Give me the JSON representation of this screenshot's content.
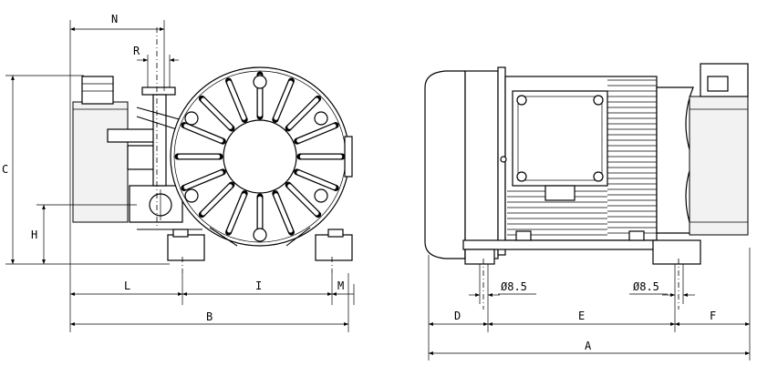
{
  "diagram": {
    "left_view_labels": {
      "N": "N",
      "R": "R",
      "C": "C",
      "H": "H",
      "L": "L",
      "I": "I",
      "M": "M",
      "B": "B"
    },
    "right_view_labels": {
      "D": "D",
      "E": "E",
      "F": "F",
      "A": "A",
      "hole_left": "Ø8.5",
      "hole_right": "Ø8.5"
    }
  }
}
